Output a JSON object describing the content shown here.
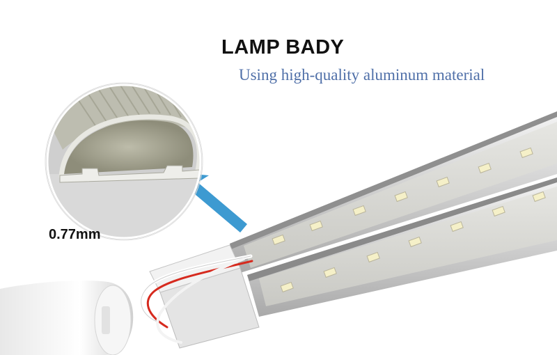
{
  "heading": "LAMP BADY",
  "subheading": "Using high-quality aluminum material",
  "thickness_label": "0.77mm",
  "colors": {
    "heading": "#111111",
    "subheading": "#4f6fa8",
    "callout_arrow": "#3d9ad1",
    "led_chip": "#f5f0c8",
    "aluminum": "#d8d8d8",
    "wire_red": "#d62a1e"
  }
}
